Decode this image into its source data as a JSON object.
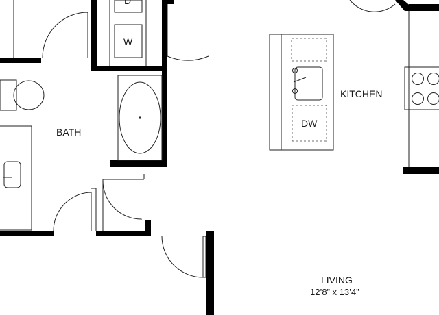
{
  "rooms": {
    "bath": "BATH",
    "kitchen": "KITCHEN",
    "living": "LIVING",
    "living_dimensions": "12’8” x 13’4”"
  },
  "appliances": {
    "dryer": "D",
    "washer": "W",
    "dishwasher": "DW"
  }
}
